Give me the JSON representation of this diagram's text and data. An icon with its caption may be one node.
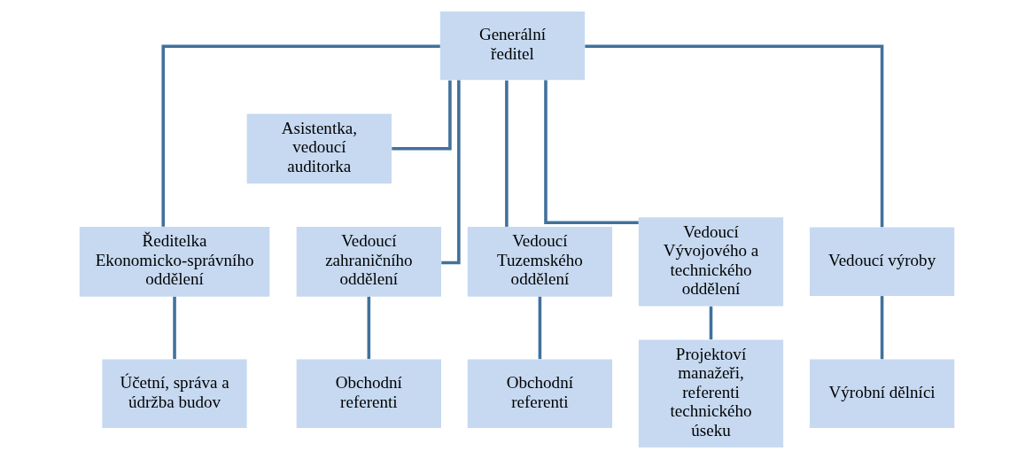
{
  "diagram": {
    "nodes": [
      {
        "text": [
          "Generální ředitel"
        ]
      },
      {
        "text": [
          "Asistentka, vedoucí auditorka"
        ]
      },
      {
        "text": [
          "Ředitelka Ekonomicko-správního oddělení"
        ]
      },
      {
        "text": [
          "Vedoucí zahraničního oddělení"
        ]
      },
      {
        "text": [
          "Vedoucí Tuzemského oddělení"
        ]
      },
      {
        "text": [
          "Vedoucí Vývojového a technického oddělení"
        ]
      },
      {
        "text": [
          "Vedoucí výroby"
        ]
      },
      {
        "text": [
          "Účetní, správa a údržba budov"
        ]
      },
      {
        "text": [
          "Obchodní referenti"
        ]
      },
      {
        "text": [
          "Obchodní referenti"
        ]
      },
      {
        "text": [
          "Projektoví manažeři, referenti technického úseku"
        ]
      },
      {
        "text": [
          "Výrobní dělníci"
        ]
      }
    ],
    "edges": [
      {
        "from": 0,
        "to": 1,
        "arrow": "none"
      },
      {
        "from": 0,
        "to": 2,
        "arrow": "none"
      },
      {
        "from": 0,
        "to": 3,
        "arrow": "none"
      },
      {
        "from": 0,
        "to": 4,
        "arrow": "none"
      },
      {
        "from": 0,
        "to": 5,
        "arrow": "none"
      },
      {
        "from": 0,
        "to": 6,
        "arrow": "none"
      },
      {
        "from": 2,
        "to": 7,
        "arrow": "none"
      },
      {
        "from": 3,
        "to": 8,
        "arrow": "none"
      },
      {
        "from": 4,
        "to": 9,
        "arrow": "none"
      },
      {
        "from": 5,
        "to": 10,
        "arrow": "none"
      },
      {
        "from": 6,
        "to": 11,
        "arrow": "none"
      }
    ]
  }
}
